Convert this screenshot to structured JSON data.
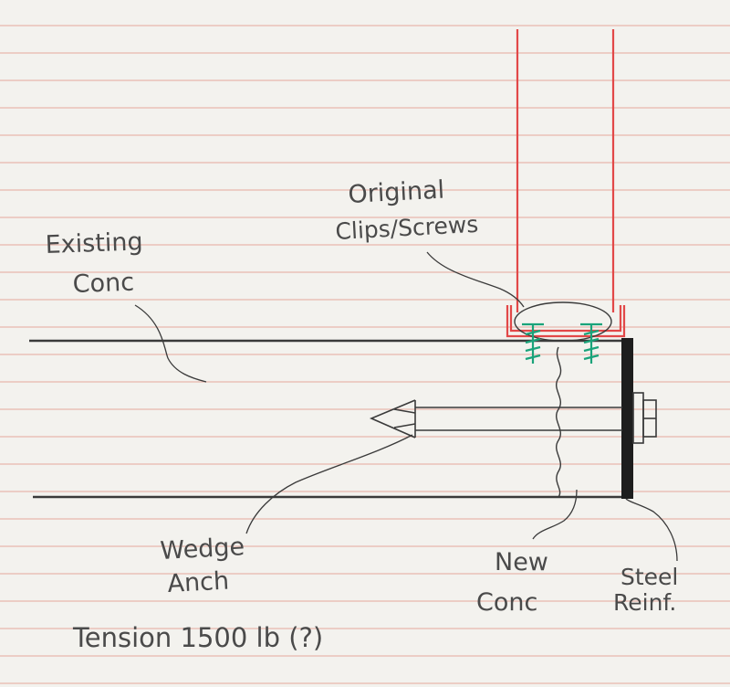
{
  "labels": {
    "existing_line1": "Existing",
    "existing_line2": "Conc",
    "original_line1": "Original",
    "original_line2": "Clips/Screws",
    "wedge_line1": "Wedge",
    "wedge_line2": "Anch",
    "new_line1": "New",
    "new_line2": "Conc",
    "steel_line1": "Steel",
    "steel_line2": "Reinf.",
    "tension": "Tension 1500 lb (?)"
  },
  "colors": {
    "paper": "#f3f2ee",
    "rule_line": "#e7b7ad",
    "pencil": "#3a3a3a",
    "red_member": "#e24848",
    "green_screw": "#1aa37a",
    "steel_plate": "#1e1e1e"
  }
}
